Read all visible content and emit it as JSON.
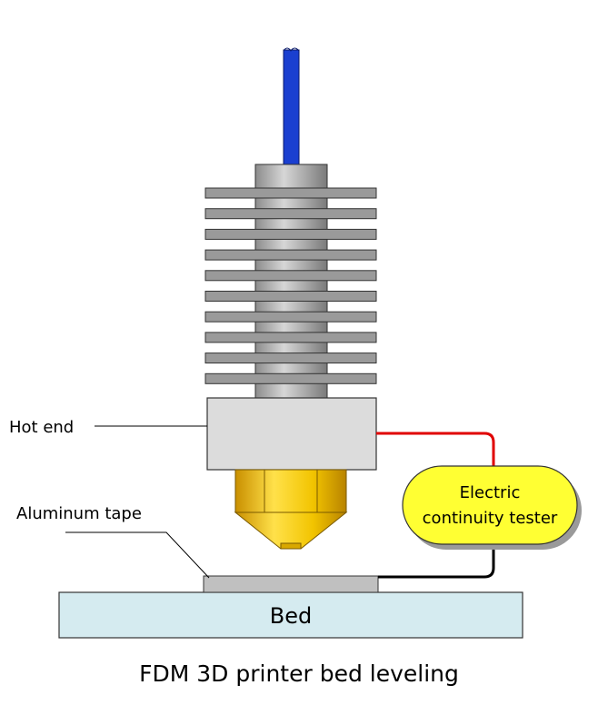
{
  "diagram": {
    "labels": {
      "hot_end": "Hot end",
      "aluminum_tape": "Aluminum tape",
      "bed": "Bed",
      "tester_line1": "Electric",
      "tester_line2": "continuity tester"
    },
    "caption": "FDM 3D printer bed leveling",
    "colors": {
      "filament": "#1a3fd0",
      "metal": "#c8c8c8",
      "hot_block": "#dcdcdc",
      "nozzle": "#f2c400",
      "tester": "#ffff33",
      "bed": "#d5ebf0",
      "tape": "#c0c0c0",
      "wire_red": "#e00000",
      "wire_black": "#000000"
    },
    "fin_count": 10
  }
}
